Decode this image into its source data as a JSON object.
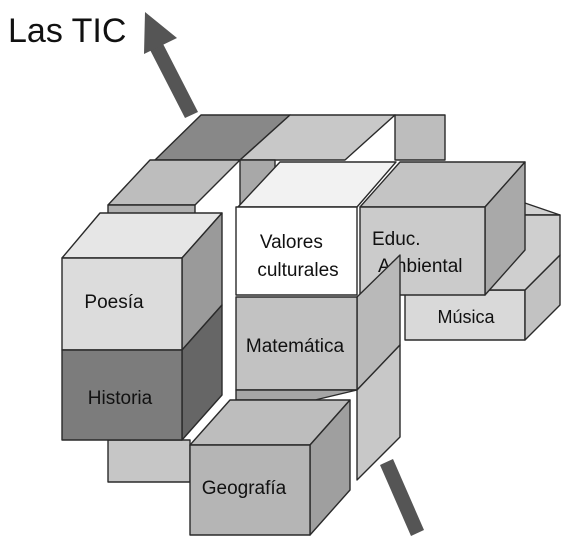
{
  "diagram": {
    "axis_label": "Las TIC",
    "cubes": [
      {
        "id": "valores",
        "lines": [
          "Valores",
          "culturales"
        ]
      },
      {
        "id": "educ",
        "lines": [
          "Educ.",
          "Ambiental"
        ]
      },
      {
        "id": "poesia",
        "lines": [
          "Poesía"
        ]
      },
      {
        "id": "musica",
        "lines": [
          "Música"
        ]
      },
      {
        "id": "matematica",
        "lines": [
          "Matemática"
        ]
      },
      {
        "id": "historia",
        "lines": [
          "Historia"
        ]
      },
      {
        "id": "geografia",
        "lines": [
          "Geografía"
        ]
      }
    ]
  }
}
